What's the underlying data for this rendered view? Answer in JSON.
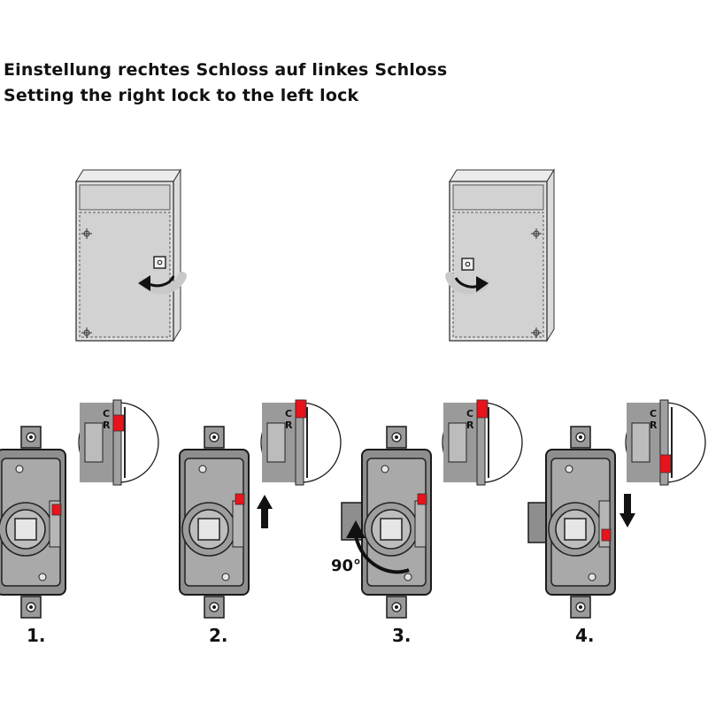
{
  "title_de": "Einstellung rechtes Schloss auf linkes Schloss",
  "title_en": "Setting the right lock to the left lock",
  "steps": [
    "1.",
    "2.",
    "3.",
    "4."
  ],
  "angle_label": "90°",
  "lock_markings": {
    "c": "C",
    "r": "R"
  },
  "colors": {
    "slider": "#e8131b",
    "lock_body": "#8e8e8e",
    "cabinet_door": "#d2d2d2",
    "outline": "#1a1a1a"
  }
}
